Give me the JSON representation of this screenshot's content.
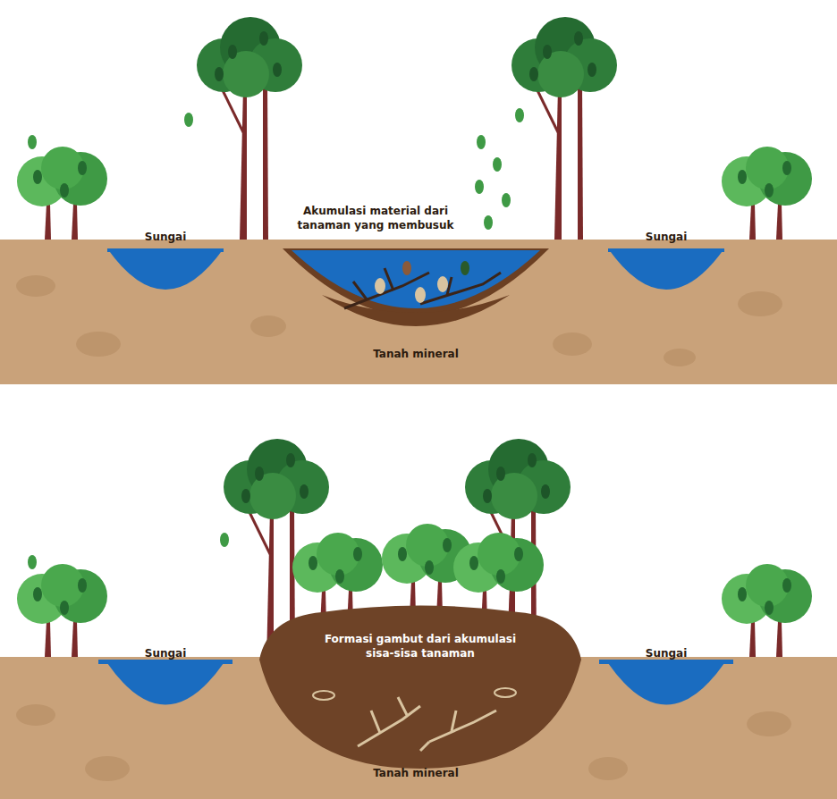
{
  "diagram": {
    "labels": [
      "Sungai",
      "Akumulasi material dari tanaman yang membusuk",
      "Sungai",
      "Tanah mineral",
      "Sungai",
      "Formasi gambut dari akumulasi sisa-sisa tanaman",
      "Sungai",
      "Tanah mineral"
    ]
  }
}
